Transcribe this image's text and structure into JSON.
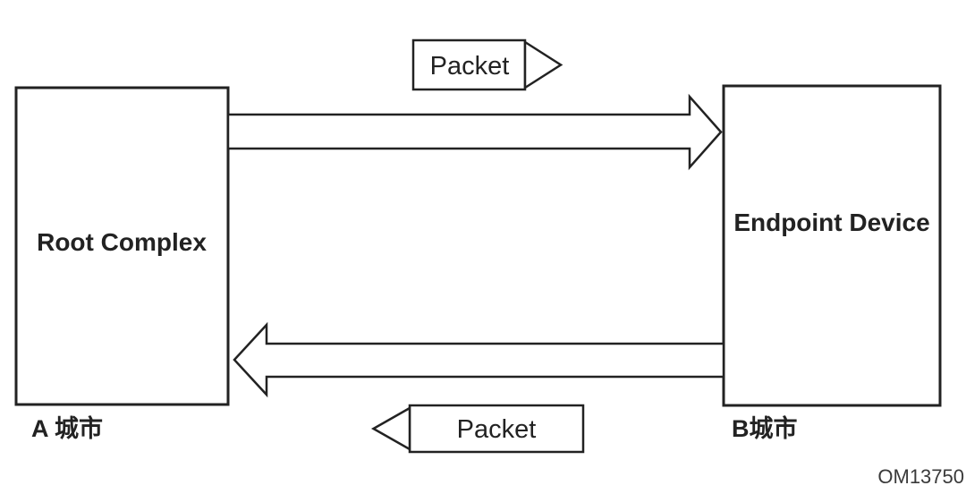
{
  "colors": {
    "ink": "#222222",
    "paper": "#ffffff",
    "figure_id_text": "#3a3a3a"
  },
  "nodes": {
    "root_complex": {
      "label": "Root Complex",
      "caption": "A 城市"
    },
    "endpoint_device": {
      "label": "Endpoint Device",
      "caption": "B城市"
    }
  },
  "arrows": {
    "request": {
      "label": "Packet",
      "direction": "right"
    },
    "response": {
      "label": "Packet",
      "direction": "left"
    }
  },
  "figure_id": "OM13750"
}
